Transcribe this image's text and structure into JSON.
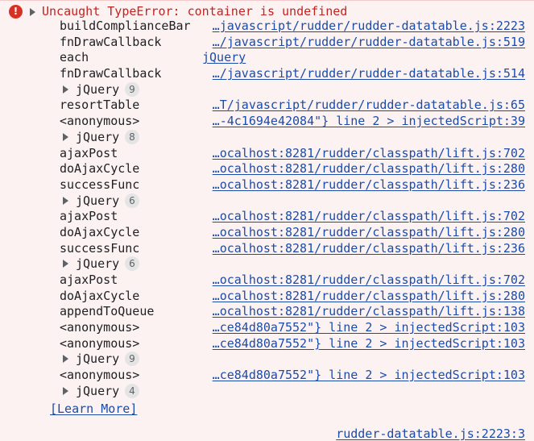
{
  "error": {
    "icon": "error-icon",
    "message": "Uncaught TypeError: container is undefined"
  },
  "stack": [
    {
      "kind": "frame",
      "fn": "buildComplianceBar",
      "loc": "…javascript/rudder/rudder-datatable.js:2223"
    },
    {
      "kind": "frame",
      "fn": "fnDrawCallback",
      "loc": "…/javascript/rudder/rudder-datatable.js:519"
    },
    {
      "kind": "frame",
      "fn": "each",
      "loc": "jQuery",
      "jq": true
    },
    {
      "kind": "frame",
      "fn": "fnDrawCallback",
      "loc": "…/javascript/rudder/rudder-datatable.js:514"
    },
    {
      "kind": "group",
      "name": "jQuery",
      "count": "9"
    },
    {
      "kind": "frame",
      "fn": "resortTable",
      "loc": "…T/javascript/rudder/rudder-datatable.js:65"
    },
    {
      "kind": "frame",
      "fn": "<anonymous>",
      "loc": "…-4c1694e42084\"} line 2 > injectedScript:39"
    },
    {
      "kind": "group",
      "name": "jQuery",
      "count": "8"
    },
    {
      "kind": "frame",
      "fn": "ajaxPost",
      "loc": "…ocalhost:8281/rudder/classpath/lift.js:702"
    },
    {
      "kind": "frame",
      "fn": "doAjaxCycle",
      "loc": "…ocalhost:8281/rudder/classpath/lift.js:280"
    },
    {
      "kind": "frame",
      "fn": "successFunc",
      "loc": "…ocalhost:8281/rudder/classpath/lift.js:236"
    },
    {
      "kind": "group",
      "name": "jQuery",
      "count": "6"
    },
    {
      "kind": "frame",
      "fn": "ajaxPost",
      "loc": "…ocalhost:8281/rudder/classpath/lift.js:702"
    },
    {
      "kind": "frame",
      "fn": "doAjaxCycle",
      "loc": "…ocalhost:8281/rudder/classpath/lift.js:280"
    },
    {
      "kind": "frame",
      "fn": "successFunc",
      "loc": "…ocalhost:8281/rudder/classpath/lift.js:236"
    },
    {
      "kind": "group",
      "name": "jQuery",
      "count": "6"
    },
    {
      "kind": "frame",
      "fn": "ajaxPost",
      "loc": "…ocalhost:8281/rudder/classpath/lift.js:702"
    },
    {
      "kind": "frame",
      "fn": "doAjaxCycle",
      "loc": "…ocalhost:8281/rudder/classpath/lift.js:280"
    },
    {
      "kind": "frame",
      "fn": "appendToQueue",
      "loc": "…ocalhost:8281/rudder/classpath/lift.js:138"
    },
    {
      "kind": "frame",
      "fn": "<anonymous>",
      "loc": "…ce84d80a7552\"} line 2 > injectedScript:103"
    },
    {
      "kind": "frame",
      "fn": "<anonymous>",
      "loc": "…ce84d80a7552\"} line 2 > injectedScript:103"
    },
    {
      "kind": "group",
      "name": "jQuery",
      "count": "9"
    },
    {
      "kind": "frame",
      "fn": "<anonymous>",
      "loc": "…ce84d80a7552\"} line 2 > injectedScript:103"
    },
    {
      "kind": "group",
      "name": "jQuery",
      "count": "4"
    }
  ],
  "learn_more": "[Learn More]",
  "source_link": "rudder-datatable.js:2223:3",
  "colors": {
    "error_text": "#c5221f",
    "link": "#1a4cab",
    "background": "#fcf2f2"
  }
}
